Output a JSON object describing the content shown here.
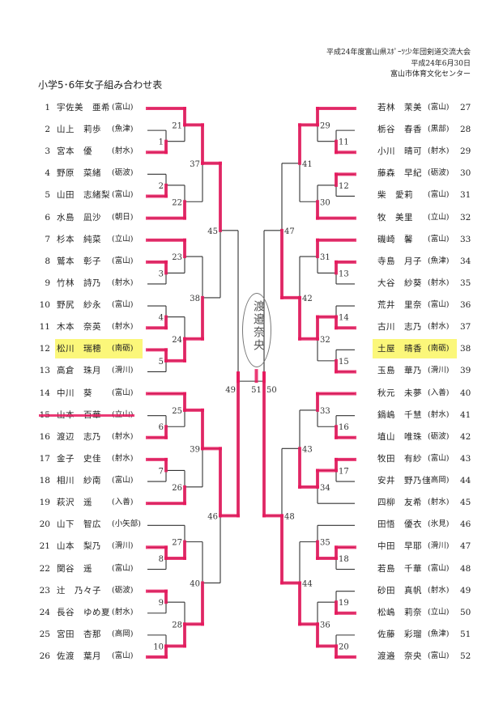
{
  "header": {
    "event": "平成24年度富山県ｽﾎﾟｰﾂ少年団剣道交流大会",
    "date": "平成24年6月30日",
    "venue": "富山市体育文化センター",
    "title": "小学5･6年女子組み合わせ表"
  },
  "colors": {
    "highlight": "#fbf77a",
    "marker": "#e8175d",
    "line": "#333333"
  },
  "left_players": [
    {
      "no": "1",
      "name": "宇佐美　亜希",
      "team": "(富山)"
    },
    {
      "no": "2",
      "name": "山上　莉歩",
      "team": "(魚津)"
    },
    {
      "no": "3",
      "name": "宮本　優",
      "team": "(射水)"
    },
    {
      "no": "4",
      "name": "野原　菜緒",
      "team": "(砺波)"
    },
    {
      "no": "5",
      "name": "山田　志緒梨",
      "team": "(富山)"
    },
    {
      "no": "6",
      "name": "水島　凪沙",
      "team": "(朝日)"
    },
    {
      "no": "7",
      "name": "杉本　純菜",
      "team": "(立山)"
    },
    {
      "no": "8",
      "name": "鷲本　彰子",
      "team": "(富山)"
    },
    {
      "no": "9",
      "name": "竹林　詩乃",
      "team": "(射水)"
    },
    {
      "no": "10",
      "name": "野尻　紗永",
      "team": "(富山)"
    },
    {
      "no": "11",
      "name": "木本　奈英",
      "team": "(射水)"
    },
    {
      "no": "12",
      "name": "松川　瑞穂",
      "team": "(南砺)",
      "highlighted": true
    },
    {
      "no": "13",
      "name": "高倉　珠月",
      "team": "(滑川)"
    },
    {
      "no": "14",
      "name": "中川　葵",
      "team": "(富山)"
    },
    {
      "no": "15",
      "name": "山本　百華",
      "team": "(立山)",
      "struck": true
    },
    {
      "no": "16",
      "name": "渡辺　志乃",
      "team": "(射水)"
    },
    {
      "no": "17",
      "name": "金子　史佳",
      "team": "(射水)"
    },
    {
      "no": "18",
      "name": "相川　紗南",
      "team": "(富山)"
    },
    {
      "no": "19",
      "name": "萩沢　遥",
      "team": "(入善)"
    },
    {
      "no": "20",
      "name": "山下　智広",
      "team": "(小矢部)"
    },
    {
      "no": "21",
      "name": "山本　梨乃",
      "team": "(滑川)"
    },
    {
      "no": "22",
      "name": "関谷　遥",
      "team": "(富山)"
    },
    {
      "no": "23",
      "name": "辻　乃々子",
      "team": "(砺波)"
    },
    {
      "no": "24",
      "name": "長谷　ゆめ夏",
      "team": "(射水)"
    },
    {
      "no": "25",
      "name": "宮田　杏那",
      "team": "(高岡)"
    },
    {
      "no": "26",
      "name": "佐渡　葉月",
      "team": "(富山)"
    }
  ],
  "right_players": [
    {
      "no": "27",
      "name": "若林　茉美",
      "team": "(富山)"
    },
    {
      "no": "28",
      "name": "栃谷　春香",
      "team": "(黒部)"
    },
    {
      "no": "29",
      "name": "小川　晴可",
      "team": "(射水)"
    },
    {
      "no": "30",
      "name": "藤森　早紀",
      "team": "(砺波)"
    },
    {
      "no": "31",
      "name": "柴　愛莉",
      "team": "(富山)"
    },
    {
      "no": "32",
      "name": "牧　美里",
      "team": "(立山)"
    },
    {
      "no": "33",
      "name": "磯崎　馨",
      "team": "(富山)"
    },
    {
      "no": "34",
      "name": "寺島　月子",
      "team": "(魚津)"
    },
    {
      "no": "35",
      "name": "大谷　紗葵",
      "team": "(射水)"
    },
    {
      "no": "36",
      "name": "荒井　里奈",
      "team": "(富山)"
    },
    {
      "no": "37",
      "name": "古川　志乃",
      "team": "(射水)"
    },
    {
      "no": "38",
      "name": "土屋　晴香",
      "team": "(南砺)",
      "highlighted": true
    },
    {
      "no": "39",
      "name": "玉島　華乃",
      "team": "(滑川)"
    },
    {
      "no": "40",
      "name": "秋元　未夢",
      "team": "(入善)"
    },
    {
      "no": "41",
      "name": "鍋嶋　千慧",
      "team": "(射水)"
    },
    {
      "no": "42",
      "name": "埴山　唯珠",
      "team": "(砺波)"
    },
    {
      "no": "43",
      "name": "牧田　有紗",
      "team": "(富山)"
    },
    {
      "no": "44",
      "name": "安井　野乃佳",
      "team": "(高岡)"
    },
    {
      "no": "45",
      "name": "四柳　友希",
      "team": "(射水)"
    },
    {
      "no": "46",
      "name": "田悟　優衣",
      "team": "(氷見)"
    },
    {
      "no": "47",
      "name": "中田　早耶",
      "team": "(滑川)"
    },
    {
      "no": "48",
      "name": "若島　千華",
      "team": "(富山)"
    },
    {
      "no": "49",
      "name": "砂田　真帆",
      "team": "(射水)"
    },
    {
      "no": "50",
      "name": "松嶋　莉奈",
      "team": "(立山)"
    },
    {
      "no": "51",
      "name": "佐藤　彩瑠",
      "team": "(魚津)"
    },
    {
      "no": "52",
      "name": "渡邉　奈央",
      "team": "(富山)"
    }
  ],
  "results": {
    "1": 3,
    "2": 5,
    "3": 8,
    "4": 11,
    "5": 12,
    "6": 16,
    "7": 17,
    "8": 21,
    "9": 23,
    "10": 26,
    "11": 29,
    "12": 30,
    "13": 34,
    "14": 37,
    "15": 39,
    "16": 42,
    "17": 43,
    "18": 47,
    "19": 50,
    "20": 52,
    "21": 1,
    "22": 6,
    "23": 7,
    "24": 12,
    "25": 14,
    "26": 19,
    "27": 21,
    "28": 26,
    "29": 27,
    "30": 32,
    "31": 33,
    "32": 37,
    "33": 40,
    "34": 43,
    "35": 47,
    "36": 52,
    "37": 1,
    "38": 12,
    "39": 14,
    "40": 26,
    "41": 27,
    "42": 37,
    "43": 43,
    "44": 52,
    "45": 1,
    "46": 14,
    "47": 37,
    "48": 52,
    "49": 14,
    "50": 52,
    "51": 52
  },
  "final": {
    "left_label": "49",
    "right_label": "50",
    "center_label": "51"
  },
  "champion_note": "渡邉奈央"
}
